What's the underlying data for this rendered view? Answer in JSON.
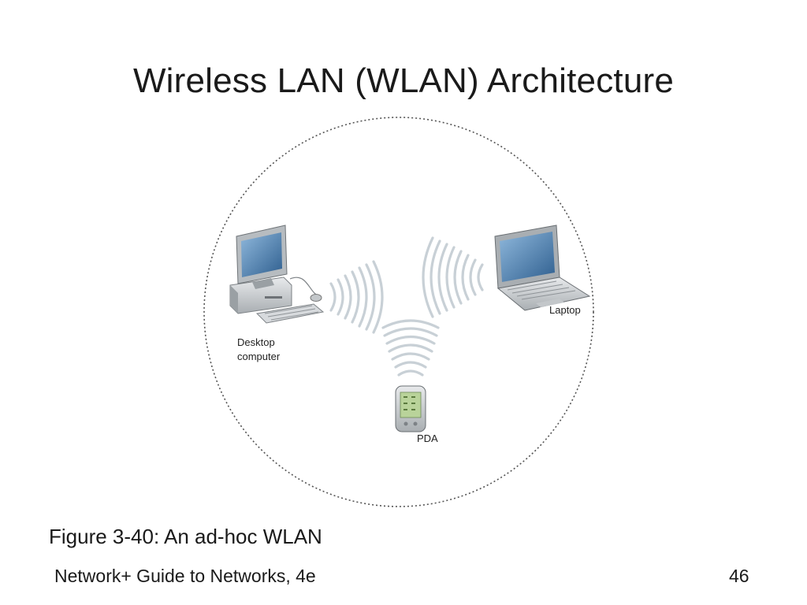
{
  "slide": {
    "title": "Wireless LAN (WLAN) Architecture",
    "caption": "Figure 3-40: An ad-hoc WLAN",
    "footer": "Network+ Guide to Networks, 4e",
    "page_number": "46"
  },
  "diagram": {
    "labels": {
      "desktop": "Desktop computer",
      "laptop": "Laptop",
      "pda": "PDA"
    },
    "icons": {
      "desktop": "desktop-computer-icon",
      "laptop": "laptop-icon",
      "pda": "pda-icon"
    },
    "colors": {
      "screen": "#4a7fb0",
      "device_body": "#cfd3d6",
      "signal_wave": "#c8d0d6",
      "boundary": "#555555"
    }
  }
}
